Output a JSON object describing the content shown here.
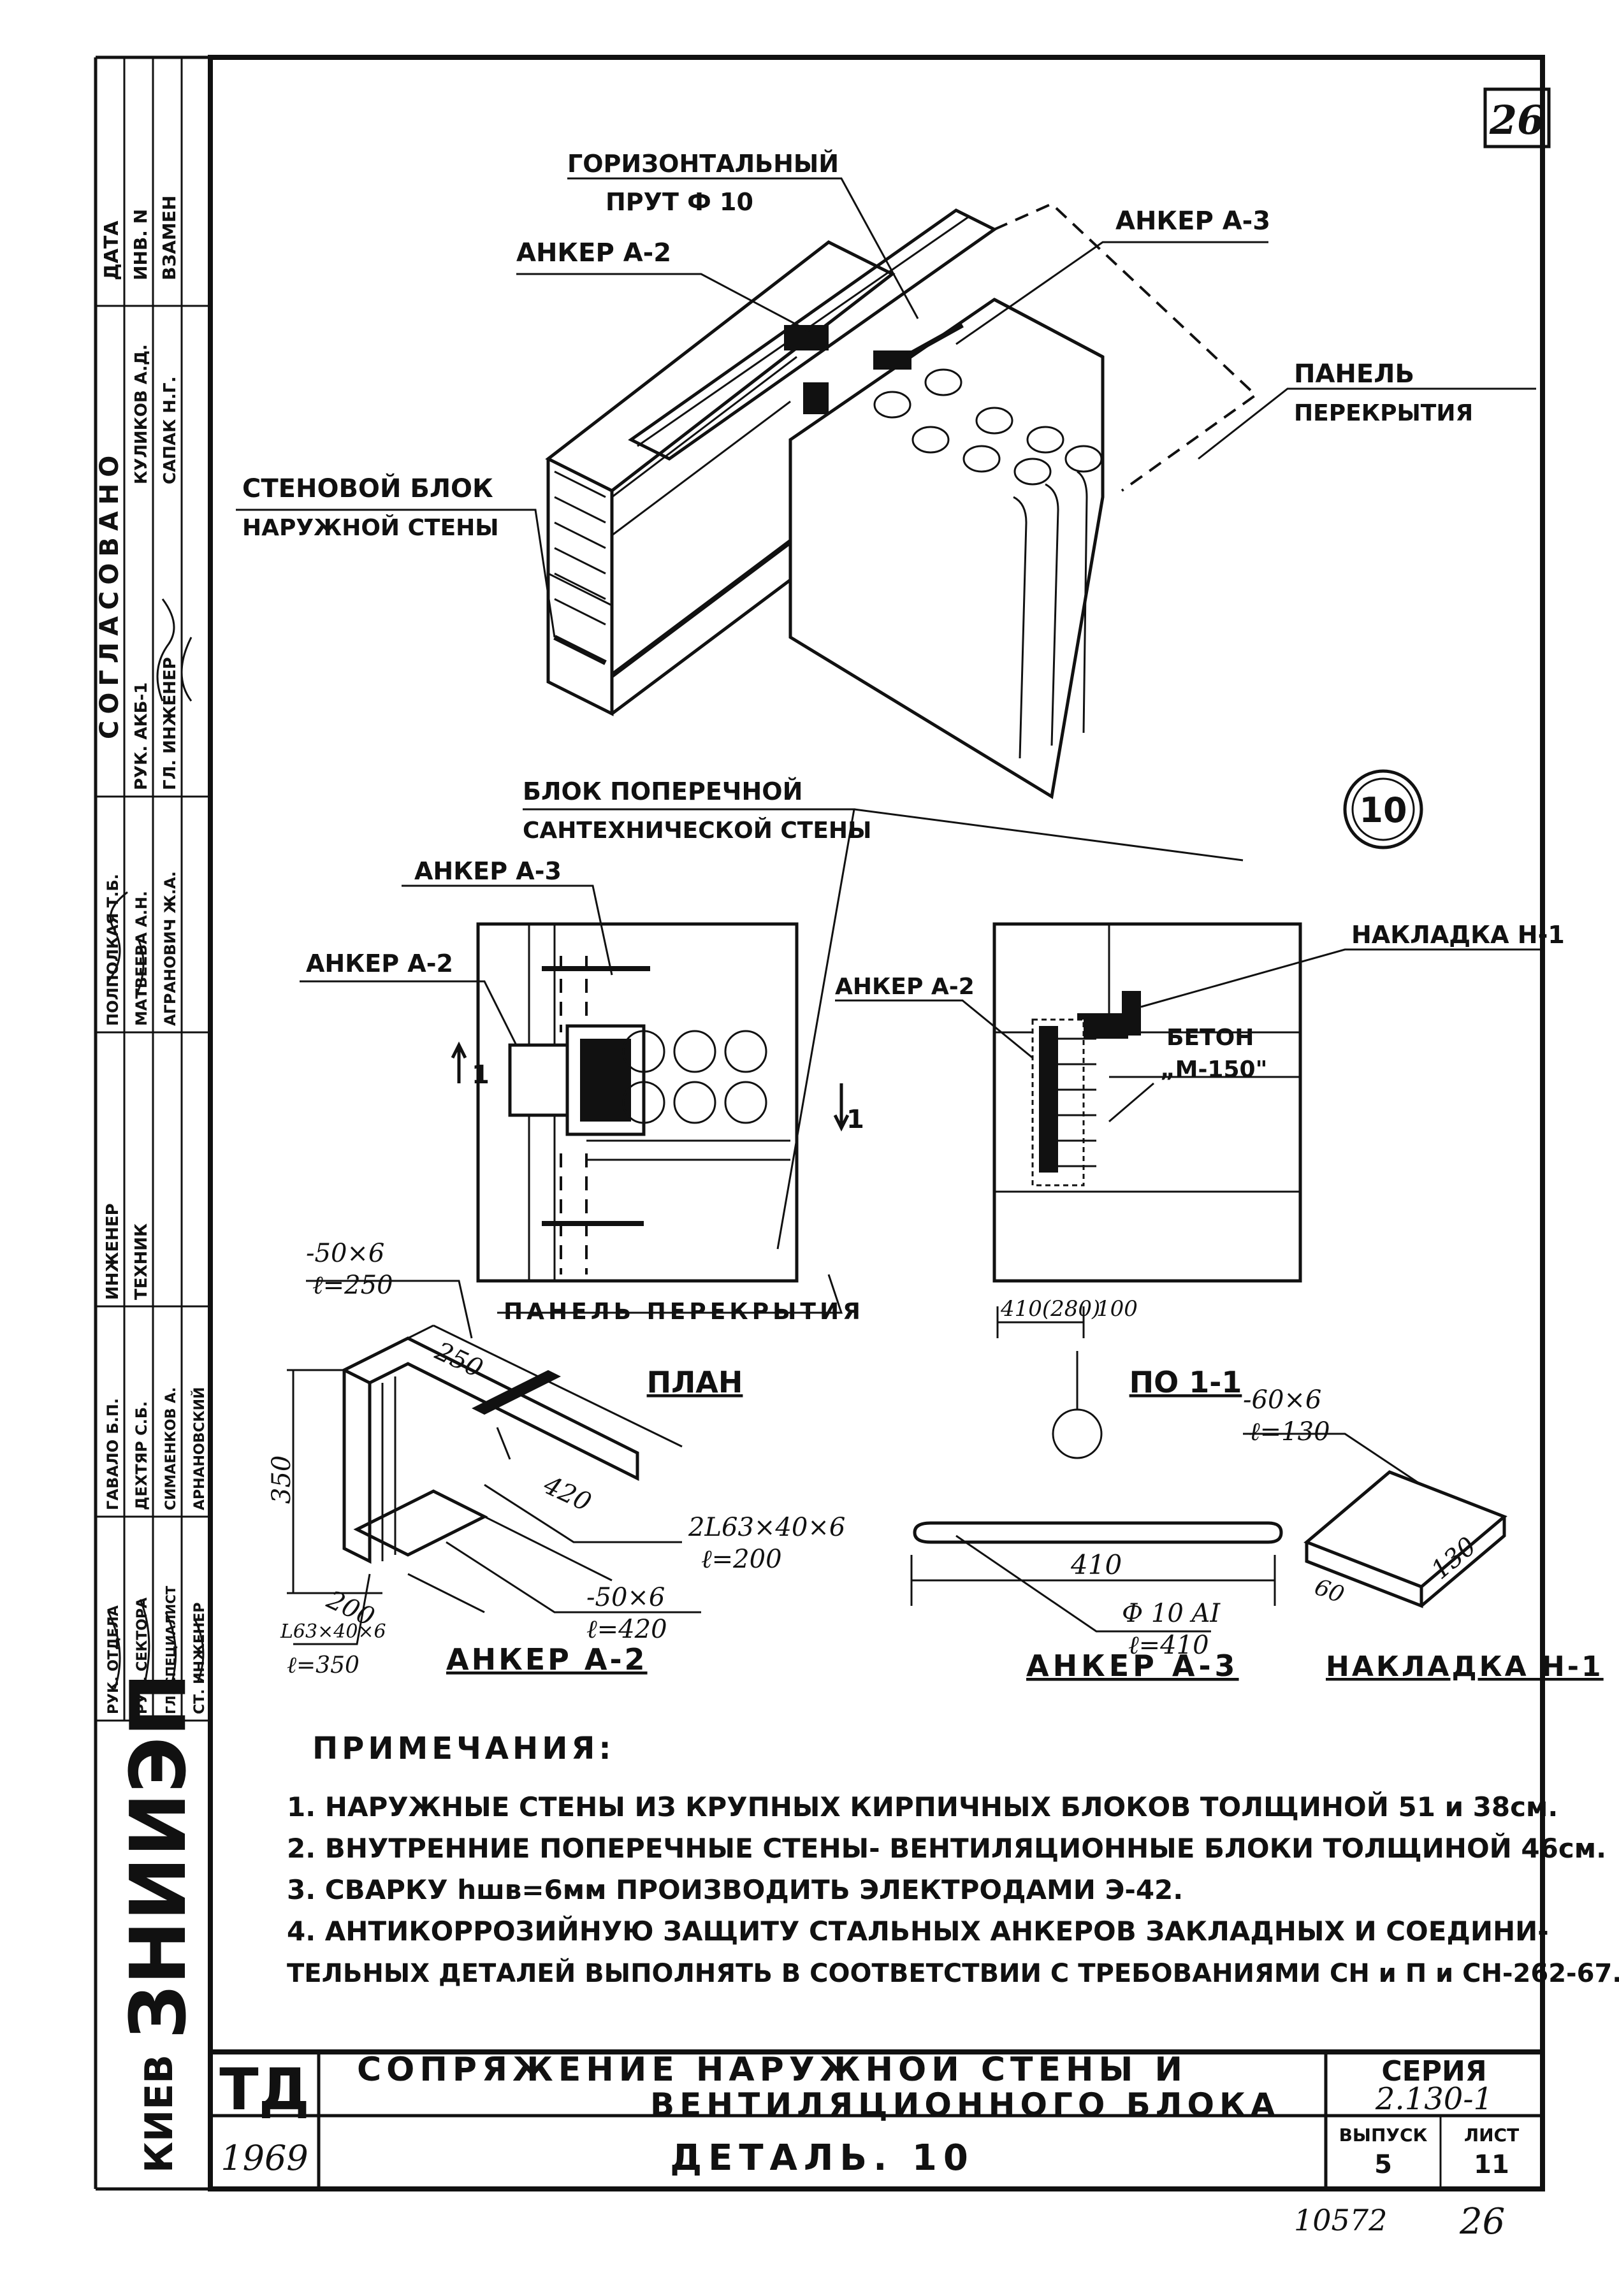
{
  "sheet": {
    "page_number": "26",
    "detail_marker": "10",
    "bottom_number_left": "10572",
    "bottom_number_right": "26"
  },
  "side_panel": {
    "top_labels": [
      "ДАТА",
      "ИНВ. N",
      "ВЗАМЕН"
    ],
    "agreed": "СОГЛАСОВАНО",
    "people_top": [
      "КУЛИКОВ А.Д.",
      "САПАК Н.Г."
    ],
    "roles_mid": [
      "РУК. АКБ-1",
      "ГЛ. ИНЖЕНЕР"
    ],
    "names_mid": [
      "МАТВЕЕВА А.Н.",
      "АГРАНОВИЧ Ж.А."
    ],
    "header_mid": "ПОЛПОЛКАЯ Т.Б.",
    "roles_low": [
      "ИНЖЕНЕР",
      "ТЕХНИК"
    ],
    "names_low": [
      "ГАВАЛО Б.П.",
      "ДЕХТЯР С.Б.",
      "СИМАЕНКОВ А.",
      "АРНАНОВСКИЙ"
    ],
    "roles_bottom": [
      "РУК. ОТДЕЛА",
      "РУК. СЕКТОРА",
      "ГЛ. СПЕЦИАЛИСТ",
      "СТ. ИНЖЕНЕР"
    ],
    "institute_city": "КИЕВ",
    "institute_name": "ЗНИИЭП"
  },
  "iso": {
    "label_horizontal_rod_1": "ГОРИЗОНТАЛЬНЫЙ",
    "label_horizontal_rod_2": "ПРУТ Ф 10",
    "label_anchor_a2": "АНКЕР А-2",
    "label_anchor_a3": "АНКЕР А-3",
    "label_panel_1": "ПАНЕЛЬ",
    "label_panel_2": "ПЕРЕКРЫТИЯ",
    "label_wall_block_1": "СТЕНОВОЙ БЛОК",
    "label_wall_block_2": "НАРУЖНОЙ СТЕНЫ",
    "label_cross_block_1": "БЛОК ПОПЕРЕЧНОЙ",
    "label_cross_block_2": "САНТЕХНИЧЕСКОЙ СТЕНЫ"
  },
  "plan": {
    "label_anchor_a3": "АНКЕР А-3",
    "label_anchor_a2": "АНКЕР А-2",
    "section_mark": "1",
    "label_panel": "ПАНЕЛЬ ПЕРЕКРЫТИЯ",
    "title": "ПЛАН"
  },
  "section": {
    "label_anchor_a2": "АНКЕР А-2",
    "label_overlay": "НАКЛАДКА Н-1",
    "label_concrete_1": "БЕТОН",
    "label_concrete_2": "„М-150\"",
    "dim_1": "410(280)",
    "dim_2": "100",
    "title": "ПО 1-1"
  },
  "anchor_a2": {
    "plate_top_1": "-50×6",
    "plate_top_2": "ℓ=250",
    "dim_250": "250",
    "dim_350": "350",
    "dim_420": "420",
    "dim_200": "200",
    "angle_1": "2L63×40×6",
    "angle_2": "ℓ=200",
    "plate_1": "-50×6",
    "plate_2": "ℓ=420",
    "angle_b_1": "L63×40×6",
    "angle_b_2": "ℓ=350",
    "title": "АНКЕР А-2"
  },
  "anchor_a3": {
    "dim_410": "410",
    "rod_1": "Ф 10 AI",
    "rod_2": "ℓ=410",
    "title": "АНКЕР А-3"
  },
  "overlay_h1": {
    "size_1": "-60×6",
    "size_2": "ℓ=130",
    "dim_130": "130",
    "dim_60": "60",
    "title": "НАКЛАДКА Н-1"
  },
  "notes": {
    "heading": "ПРИМЕЧАНИЯ:",
    "items": [
      "1. НАРУЖНЫЕ СТЕНЫ ИЗ КРУПНЫХ КИРПИЧНЫХ БЛОКОВ ТОЛЩИНОЙ 51 и 38см.",
      "2. ВНУТРЕННИЕ ПОПЕРЕЧНЫЕ СТЕНЫ- ВЕНТИЛЯЦИОННЫЕ БЛОКИ ТОЛЩИНОЙ 46см.",
      "3. СВАРКУ hшв=6мм ПРОИЗВОДИТЬ ЭЛЕКТРОДАМИ Э-42.",
      "4. АНТИКОРРОЗИЙНУЮ ЗАЩИТУ СТАЛЬНЫХ АНКЕРОВ ЗАКЛАДНЫХ И СОЕДИНИ-",
      "ТЕЛЬНЫХ ДЕТАЛЕЙ ВЫПОЛНЯТЬ В СООТВЕТСТВИИ С ТРЕБОВАНИЯМИ СН и П и СН-262-67."
    ]
  },
  "title_block": {
    "code": "ТД",
    "year": "1969",
    "title_line_1": "СОПРЯЖЕНИЕ НАРУЖНОЙ СТЕНЫ И",
    "title_line_2": "ВЕНТИЛЯЦИОННОГО БЛОКА",
    "subtitle": "ДЕТАЛЬ. 10",
    "series_label": "СЕРИЯ",
    "series_value": "2.130-1",
    "issue_label": "ВЫПУСК",
    "issue_value": "5",
    "sheet_label": "ЛИСТ",
    "sheet_value": "11"
  }
}
